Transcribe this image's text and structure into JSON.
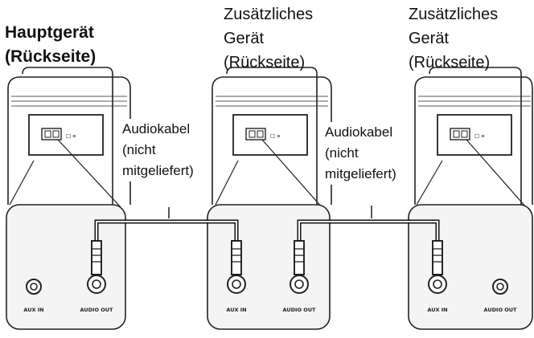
{
  "devices": [
    {
      "id": "main",
      "title_lines": [
        "Hauptgerät",
        "(Rückseite)"
      ],
      "jacks": [
        "AUX IN",
        "AUDIO OUT"
      ],
      "connected_jack": "AUDIO OUT"
    },
    {
      "id": "extra1",
      "title_lines": [
        "Zusätzliches",
        "Gerät",
        "(Rückseite)"
      ],
      "jacks": [
        "AUX IN",
        "AUDIO OUT"
      ],
      "connected_jack": "both"
    },
    {
      "id": "extra2",
      "title_lines": [
        "Zusätzliches",
        "Gerät",
        "(Rückseite)"
      ],
      "jacks": [
        "AUX IN",
        "AUDIO OUT"
      ],
      "connected_jack": "AUX IN"
    }
  ],
  "cables": [
    {
      "label_lines": [
        "Audiokabel",
        "(nicht",
        "mitgeliefert)"
      ]
    },
    {
      "label_lines": [
        "Audiokabel",
        "(nicht",
        "mitgeliefert)"
      ]
    }
  ],
  "colors": {
    "line": "#222222",
    "panel_fill": "#f4f4f4",
    "body_fill": "#e6e6e6"
  }
}
